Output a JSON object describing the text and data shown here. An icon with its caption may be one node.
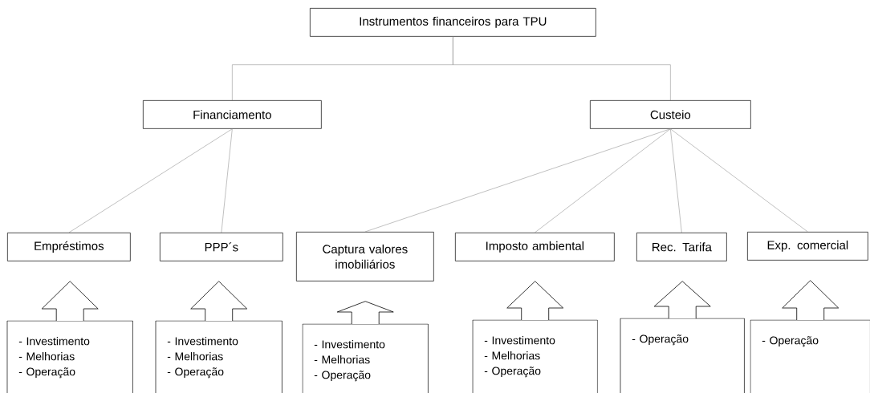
{
  "diagram": {
    "nodes": [
      {
        "text": [
          "Instrumentos financeiros para TPU"
        ]
      },
      {
        "text": [
          "Financiamento"
        ]
      },
      {
        "text": [
          "Custeio"
        ]
      },
      {
        "text": [
          "Empréstimos"
        ]
      },
      {
        "text": [
          "PPP´s"
        ]
      },
      {
        "text": [
          "Captura valores imobiliários"
        ]
      },
      {
        "text": [
          "Imposto ambiental"
        ]
      },
      {
        "text": [
          "Rec. Tarifa"
        ]
      },
      {
        "text": [
          "Exp. comercial"
        ]
      },
      {
        "text": [
          "- Investimento",
          "- Melhorias",
          "- Operação"
        ]
      },
      {
        "text": [
          "- Investimento",
          "- Melhorias",
          "- Operação"
        ]
      },
      {
        "text": [
          "- Investimento",
          "- Melhorias",
          "- Operação"
        ]
      },
      {
        "text": [
          "- Investimento",
          "- Melhorias",
          "- Operação"
        ]
      },
      {
        "text": [
          "- Operação"
        ]
      },
      {
        "text": [
          "- Operação"
        ]
      }
    ],
    "edges": [
      {
        "from": 0,
        "to": 1,
        "arrow": "none"
      },
      {
        "from": 0,
        "to": 2,
        "arrow": "none"
      },
      {
        "from": 1,
        "to": 3,
        "arrow": "none"
      },
      {
        "from": 1,
        "to": 4,
        "arrow": "none"
      },
      {
        "from": 2,
        "to": 5,
        "arrow": "none"
      },
      {
        "from": 2,
        "to": 6,
        "arrow": "none"
      },
      {
        "from": 2,
        "to": 7,
        "arrow": "none"
      },
      {
        "from": 2,
        "to": 8,
        "arrow": "none"
      },
      {
        "from": 9,
        "to": 3,
        "arrow": "to"
      },
      {
        "from": 10,
        "to": 4,
        "arrow": "to"
      },
      {
        "from": 11,
        "to": 5,
        "arrow": "to"
      },
      {
        "from": 12,
        "to": 6,
        "arrow": "to"
      },
      {
        "from": 13,
        "to": 7,
        "arrow": "to"
      },
      {
        "from": 14,
        "to": 8,
        "arrow": "to"
      }
    ]
  }
}
